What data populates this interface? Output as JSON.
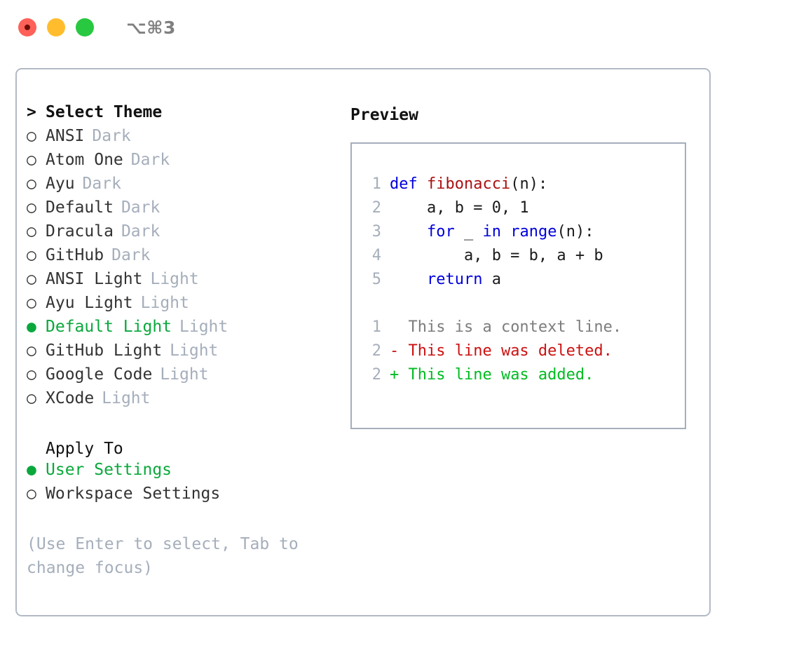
{
  "window": {
    "shortcut": "⌥⌘3",
    "traffic_lights": [
      "close-red",
      "minimize-yellow",
      "maximize-green"
    ]
  },
  "left": {
    "header": {
      "marker": ">",
      "label": "Select Theme"
    },
    "themes": [
      {
        "marker": "○",
        "name": "ANSI",
        "tag": "Dark",
        "selected": false
      },
      {
        "marker": "○",
        "name": "Atom One",
        "tag": "Dark",
        "selected": false
      },
      {
        "marker": "○",
        "name": "Ayu",
        "tag": "Dark",
        "selected": false
      },
      {
        "marker": "○",
        "name": "Default",
        "tag": "Dark",
        "selected": false
      },
      {
        "marker": "○",
        "name": "Dracula",
        "tag": "Dark",
        "selected": false
      },
      {
        "marker": "○",
        "name": "GitHub",
        "tag": "Dark",
        "selected": false
      },
      {
        "marker": "○",
        "name": "ANSI Light",
        "tag": "Light",
        "selected": false
      },
      {
        "marker": "○",
        "name": "Ayu Light",
        "tag": "Light",
        "selected": false
      },
      {
        "marker": "●",
        "name": "Default Light",
        "tag": "Light",
        "selected": true
      },
      {
        "marker": "○",
        "name": "GitHub Light",
        "tag": "Light",
        "selected": false
      },
      {
        "marker": "○",
        "name": "Google Code",
        "tag": "Light",
        "selected": false
      },
      {
        "marker": "○",
        "name": "XCode",
        "tag": "Light",
        "selected": false
      }
    ],
    "apply_to": {
      "label": "Apply To",
      "options": [
        {
          "marker": "●",
          "name": "User Settings",
          "selected": true
        },
        {
          "marker": "○",
          "name": "Workspace Settings",
          "selected": false
        }
      ]
    },
    "hint": "(Use Enter to select, Tab to change focus)"
  },
  "right": {
    "preview_title": "Preview",
    "code_lines": [
      {
        "no": "1",
        "tokens": [
          {
            "t": "def ",
            "c": "kw"
          },
          {
            "t": "fibonacci",
            "c": "fn"
          },
          {
            "t": "(n):",
            "c": "plain"
          }
        ]
      },
      {
        "no": "2",
        "tokens": [
          {
            "t": "    a, b = 0, 1",
            "c": "plain"
          }
        ]
      },
      {
        "no": "3",
        "tokens": [
          {
            "t": "    ",
            "c": "plain"
          },
          {
            "t": "for",
            "c": "kw"
          },
          {
            "t": " _ ",
            "c": "plain"
          },
          {
            "t": "in",
            "c": "kw"
          },
          {
            "t": " ",
            "c": "plain"
          },
          {
            "t": "range",
            "c": "kw"
          },
          {
            "t": "(n):",
            "c": "plain"
          }
        ]
      },
      {
        "no": "4",
        "tokens": [
          {
            "t": "        a, b = b, a + b",
            "c": "plain"
          }
        ]
      },
      {
        "no": "5",
        "tokens": [
          {
            "t": "    ",
            "c": "plain"
          },
          {
            "t": "return",
            "c": "kw"
          },
          {
            "t": " a",
            "c": "plain"
          }
        ]
      }
    ],
    "diff_lines": [
      {
        "no": "1",
        "marker": " ",
        "text": "This is a context line.",
        "kind": "ctx"
      },
      {
        "no": "2",
        "marker": "-",
        "text": "This line was deleted.",
        "kind": "del"
      },
      {
        "no": "2",
        "marker": "+",
        "text": "This line was added.",
        "kind": "add"
      }
    ]
  },
  "colors": {
    "accent_green": "#0aa83c",
    "muted": "#a5aebb",
    "keyword_blue": "#0000dd",
    "function_red": "#aa1111",
    "diff_delete": "#cc1111",
    "diff_add": "#00bb22",
    "panel_border": "#b2bac6"
  }
}
